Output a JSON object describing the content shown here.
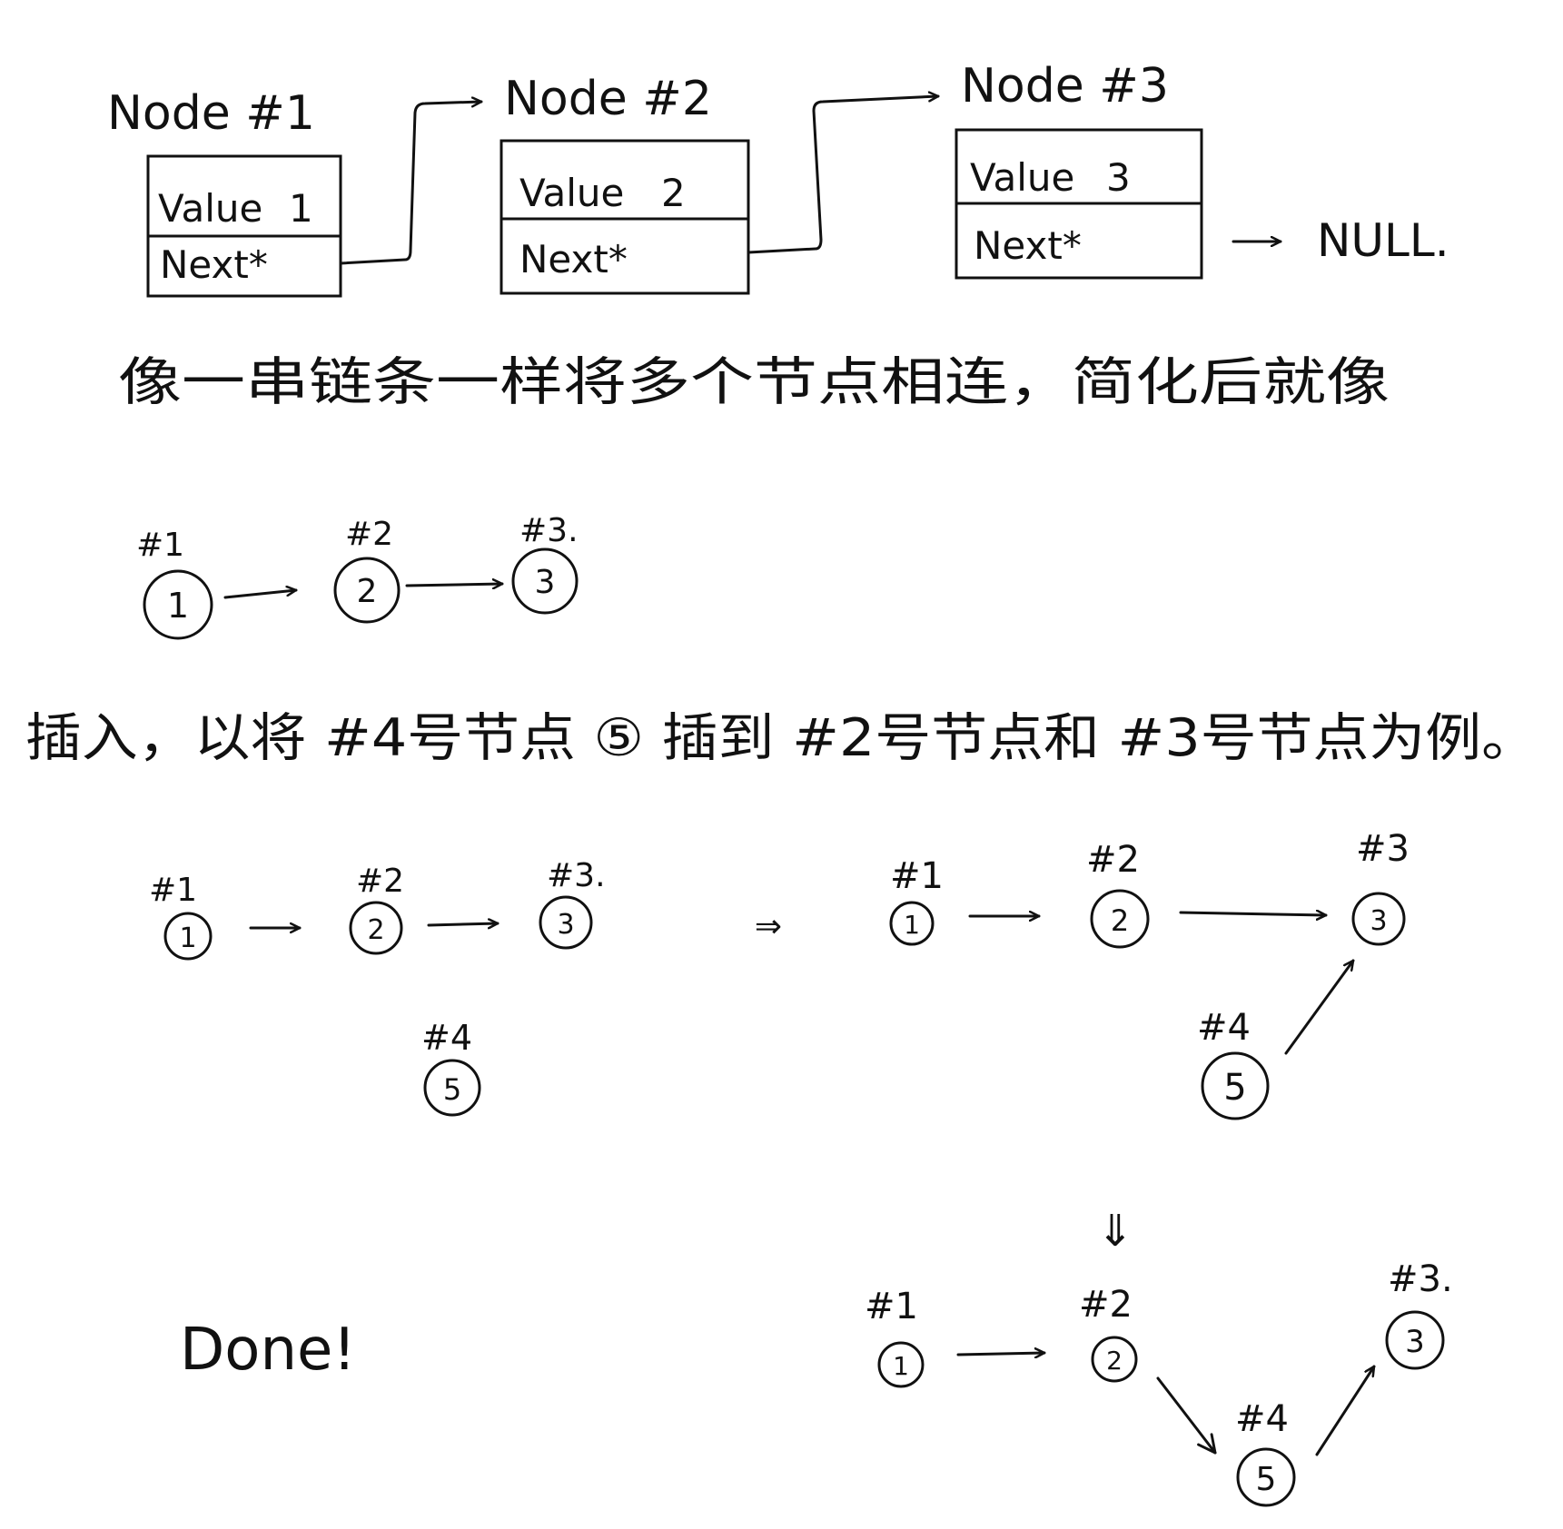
{
  "structs": [
    {
      "title": "Node #1",
      "value_label": "Value",
      "value": "1",
      "next_label": "Next*"
    },
    {
      "title": "Node #2",
      "value_label": "Value",
      "value": "2",
      "next_label": "Next*"
    },
    {
      "title": "Node #3",
      "value_label": "Value",
      "value": "3",
      "next_label": "Next*"
    }
  ],
  "null_label": "NULL.",
  "sentence_simplify": "像一串链条一样将多个节点相连，简化后就像",
  "sentence_insert": "插入，以将 #4号节点 ⑤ 插到 #2号节点和 #3号节点为例。",
  "done_label": "Done!",
  "simple_chain": {
    "nodes": [
      {
        "tag": "#1",
        "value": "1"
      },
      {
        "tag": "#2",
        "value": "2"
      },
      {
        "tag": "#3.",
        "value": "3"
      }
    ]
  },
  "insert_before": {
    "chain": [
      {
        "tag": "#1",
        "value": "1"
      },
      {
        "tag": "#2",
        "value": "2"
      },
      {
        "tag": "#3.",
        "value": "3"
      }
    ],
    "new_node": {
      "tag": "#4",
      "value": "5"
    }
  },
  "transition_arrow": "⇒",
  "insert_step": {
    "chain": [
      {
        "tag": "#1",
        "value": "1"
      },
      {
        "tag": "#2",
        "value": "2"
      },
      {
        "tag": "#3",
        "value": "3"
      }
    ],
    "new_node": {
      "tag": "#4",
      "value": "5"
    }
  },
  "down_arrow": "⇓",
  "insert_after": {
    "nodes": [
      {
        "tag": "#1",
        "value": "1"
      },
      {
        "tag": "#2",
        "value": "2"
      },
      {
        "tag": "#4",
        "value": "5"
      },
      {
        "tag": "#3.",
        "value": "3"
      }
    ]
  }
}
